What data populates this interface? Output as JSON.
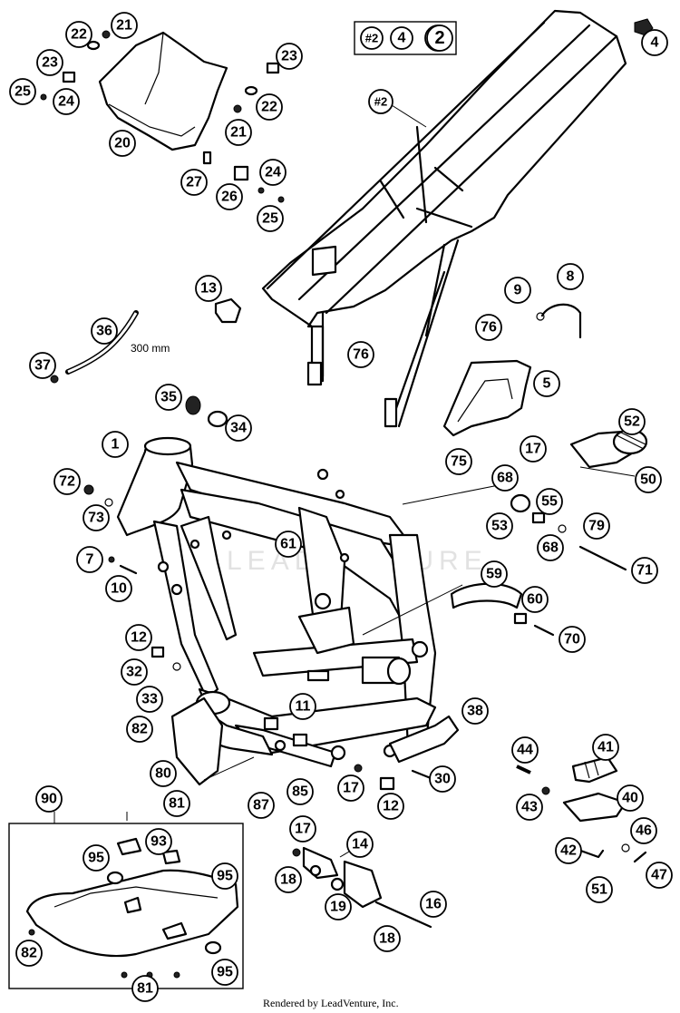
{
  "diagram": {
    "dimension_label": "300 mm",
    "watermark": "LEADVENTURE",
    "footer": "Rendered by LeadVenture, Inc.",
    "legend_box": {
      "item1": "#2",
      "item2": "4",
      "item3": "2"
    },
    "frame_marker": "#2",
    "callouts": {
      "c1": "1",
      "c2": "2",
      "c4": "4",
      "c5": "5",
      "c7": "7",
      "c8": "8",
      "c9": "9",
      "c10": "10",
      "c11": "11",
      "c12a": "12",
      "c12b": "12",
      "c13": "13",
      "c14": "14",
      "c16": "16",
      "c17a": "17",
      "c17b": "17",
      "c17c": "17",
      "c18a": "18",
      "c18b": "18",
      "c19": "19",
      "c20": "20",
      "c21a": "21",
      "c21b": "21",
      "c22a": "22",
      "c22b": "22",
      "c23a": "23",
      "c23b": "23",
      "c24a": "24",
      "c24b": "24",
      "c25a": "25",
      "c25b": "25",
      "c26": "26",
      "c27": "27",
      "c30": "30",
      "c32": "32",
      "c33": "33",
      "c34": "34",
      "c35": "35",
      "c36": "36",
      "c37": "37",
      "c38": "38",
      "c40": "40",
      "c41": "41",
      "c42": "42",
      "c43": "43",
      "c44": "44",
      "c46": "46",
      "c47": "47",
      "c50": "50",
      "c51": "51",
      "c52": "52",
      "c53": "53",
      "c55": "55",
      "c59": "59",
      "c60": "60",
      "c61": "61",
      "c68a": "68",
      "c68b": "68",
      "c70": "70",
      "c71": "71",
      "c72": "72",
      "c73": "73",
      "c75": "75",
      "c76a": "76",
      "c76b": "76",
      "c79": "79",
      "c80": "80",
      "c81a": "81",
      "c81b": "81",
      "c82a": "82",
      "c82b": "82",
      "c85": "85",
      "c87": "87",
      "c90": "90",
      "c93": "93",
      "c95a": "95",
      "c95b": "95",
      "c95c": "95"
    }
  }
}
